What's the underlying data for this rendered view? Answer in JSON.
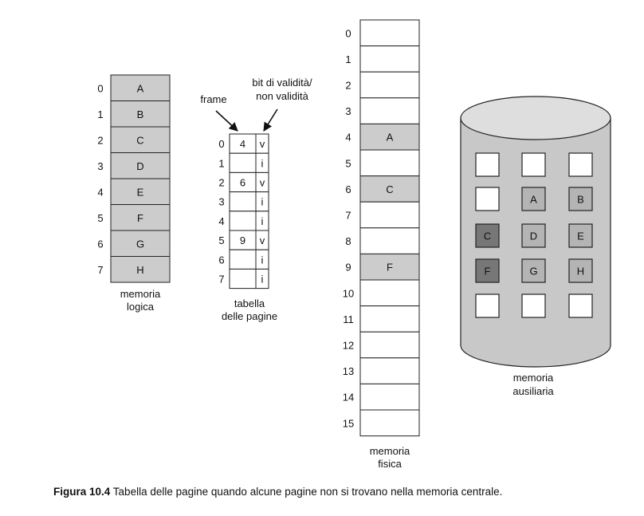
{
  "logical_memory": {
    "indices": [
      "0",
      "1",
      "2",
      "3",
      "4",
      "5",
      "6",
      "7"
    ],
    "pages": [
      "A",
      "B",
      "C",
      "D",
      "E",
      "F",
      "G",
      "H"
    ],
    "label_line1": "memoria",
    "label_line2": "logica"
  },
  "page_table": {
    "indices": [
      "0",
      "1",
      "2",
      "3",
      "4",
      "5",
      "6",
      "7"
    ],
    "frames": [
      "4",
      "",
      "6",
      "",
      "",
      "9",
      "",
      ""
    ],
    "valid_bits": [
      "v",
      "i",
      "v",
      "i",
      "i",
      "v",
      "i",
      "i"
    ],
    "frame_label": "frame",
    "bit_label_line1": "bit di validità/",
    "bit_label_line2": "non validità",
    "label_line1": "tabella",
    "label_line2": "delle pagine"
  },
  "physical_memory": {
    "indices": [
      "0",
      "1",
      "2",
      "3",
      "4",
      "5",
      "6",
      "7",
      "8",
      "9",
      "10",
      "11",
      "12",
      "13",
      "14",
      "15"
    ],
    "contents": [
      "",
      "",
      "",
      "",
      "A",
      "",
      "C",
      "",
      "",
      "F",
      "",
      "",
      "",
      "",
      "",
      ""
    ],
    "label_line1": "memoria",
    "label_line2": "fisica"
  },
  "auxiliary_memory": {
    "grid": [
      [
        "",
        "",
        ""
      ],
      [
        "",
        "A",
        "B"
      ],
      [
        "C",
        "D",
        "E"
      ],
      [
        "F",
        "G",
        "H"
      ],
      [
        "",
        "",
        ""
      ]
    ],
    "label_line1": "memoria",
    "label_line2": "ausiliaria"
  },
  "caption": {
    "figure_number": "Figura 10.4",
    "text": "Tabella delle pagine quando alcune pagine non si trovano nella memoria centrale."
  },
  "colors": {
    "filled_cell": "#cccccc",
    "cylinder_body": "#c8c8c8",
    "cylinder_top": "#dedede",
    "dark_square": "#777777",
    "light_square": "#b4b4b4",
    "empty_square": "#ffffff",
    "stroke": "#222222"
  }
}
